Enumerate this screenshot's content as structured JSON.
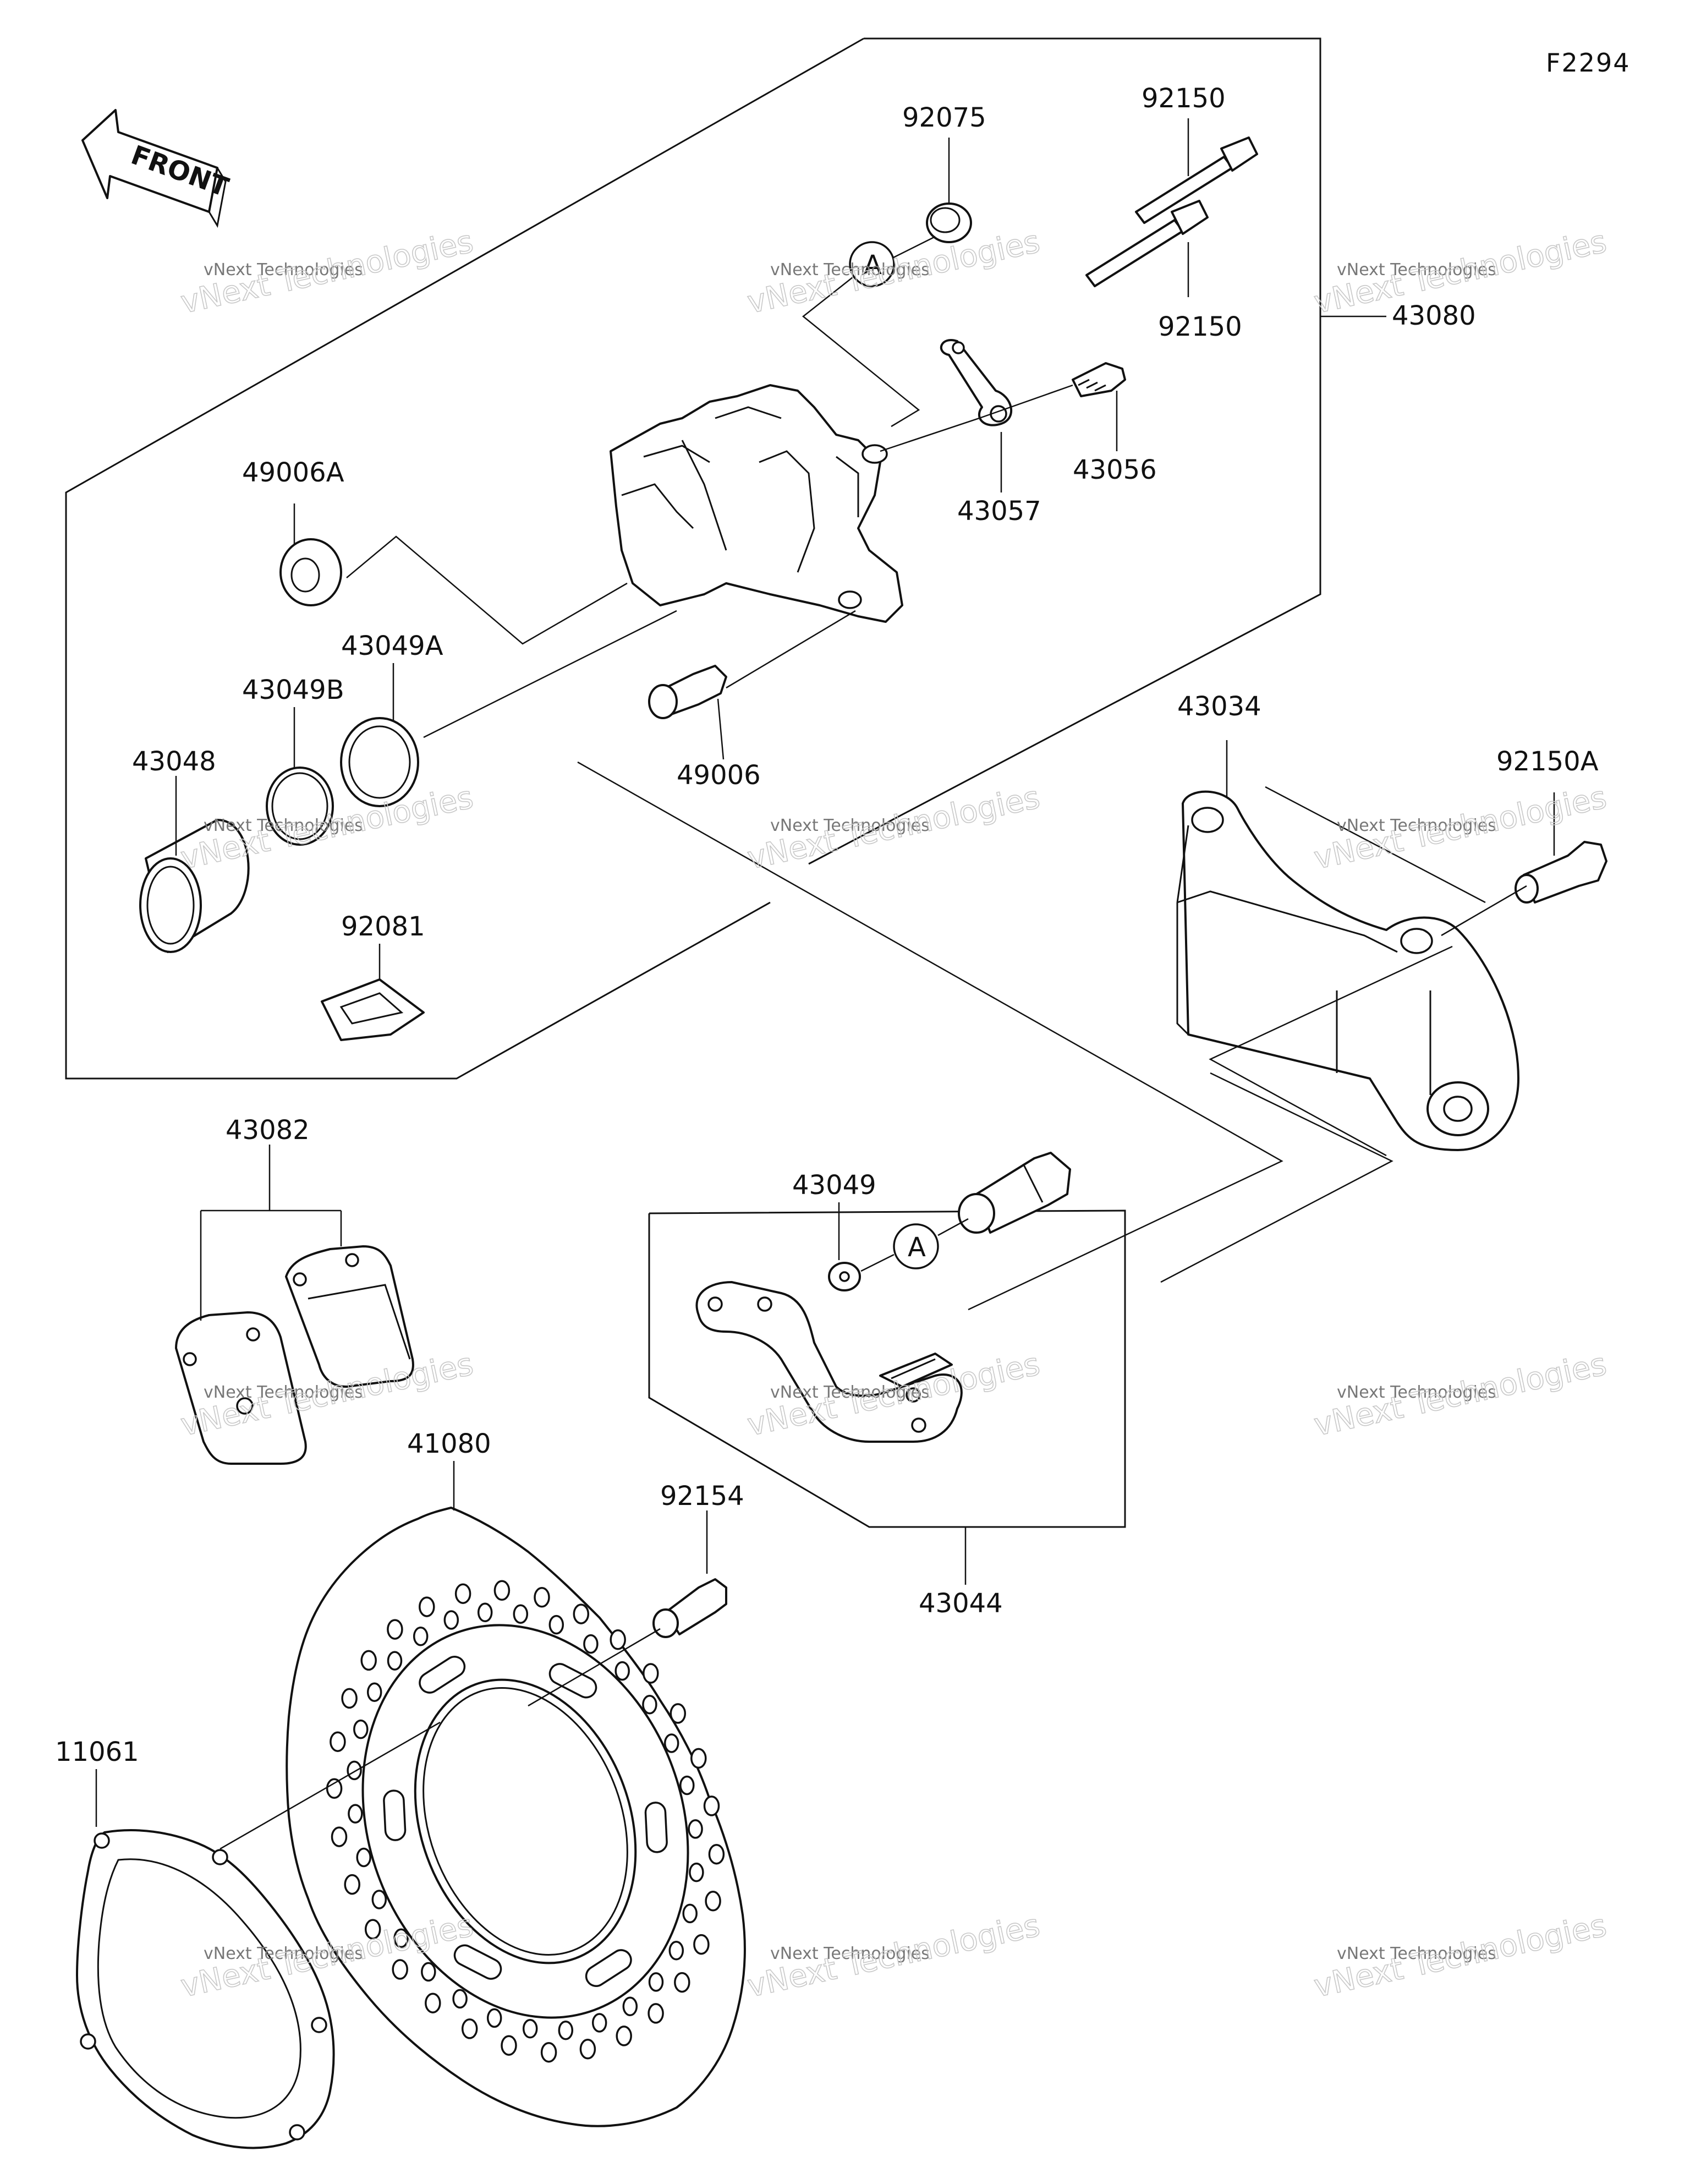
{
  "diagram": {
    "code": "F2294",
    "front_label": "FRONT",
    "circle_label": "A",
    "parts": {
      "p92075": "92075",
      "p92150_top": "92150",
      "p92150_bottom": "92150",
      "p43080": "43080",
      "p43056": "43056",
      "p43057": "43057",
      "p49006A": "49006A",
      "p43049A": "43049A",
      "p43049B": "43049B",
      "p43048": "43048",
      "p49006": "49006",
      "p92081": "92081",
      "p43034": "43034",
      "p92150A": "92150A",
      "p43082": "43082",
      "p43049": "43049",
      "p41080": "41080",
      "p92154": "92154",
      "p43044": "43044",
      "p11061": "11061"
    },
    "watermark": {
      "line1": "vNext Technologies",
      "line2": "vNext Technologies"
    }
  }
}
